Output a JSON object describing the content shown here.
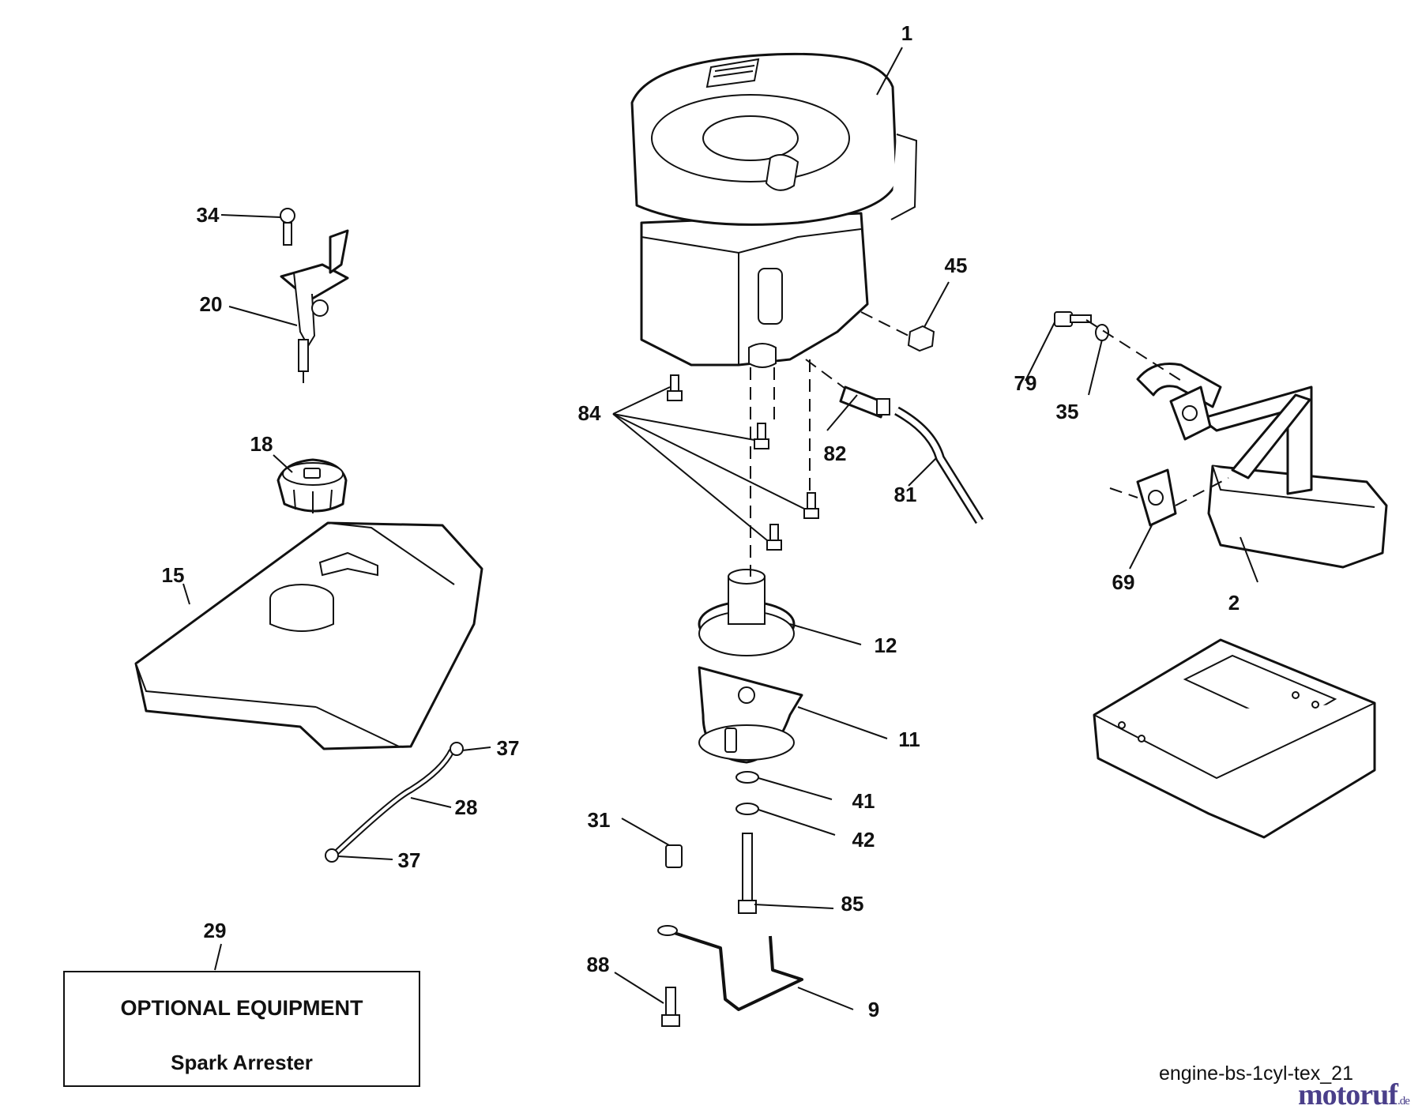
{
  "parts": {
    "engine": "1",
    "muffler": "2",
    "exhaust_bracket": "9",
    "electric_clutch": "11",
    "pulley": "12",
    "fuel_tank": "15",
    "fuel_cap": "18",
    "throttle_control": "20",
    "fuel_line": "28",
    "optional_equipment": "29",
    "anti_rotation_screw": "31",
    "control_screw": "34",
    "exhaust_washer": "35",
    "clamp_top": "37",
    "clamp_bottom": "37",
    "washer_41": "41",
    "washer_42": "42",
    "nut_45": "45",
    "gasket_69": "69",
    "exhaust_bolt": "79",
    "oil_drain_tube": "81",
    "oil_drain_valve": "82",
    "engine_bolts": "84",
    "clutch_bolt": "85",
    "bracket_bolt": "88"
  },
  "optional_box": {
    "title": "OPTIONAL EQUIPMENT",
    "item": "Spark Arrester"
  },
  "diagram_id": "engine-bs-1cyl-tex_21",
  "watermark": {
    "text": "motoruf",
    "suffix": ".de"
  }
}
